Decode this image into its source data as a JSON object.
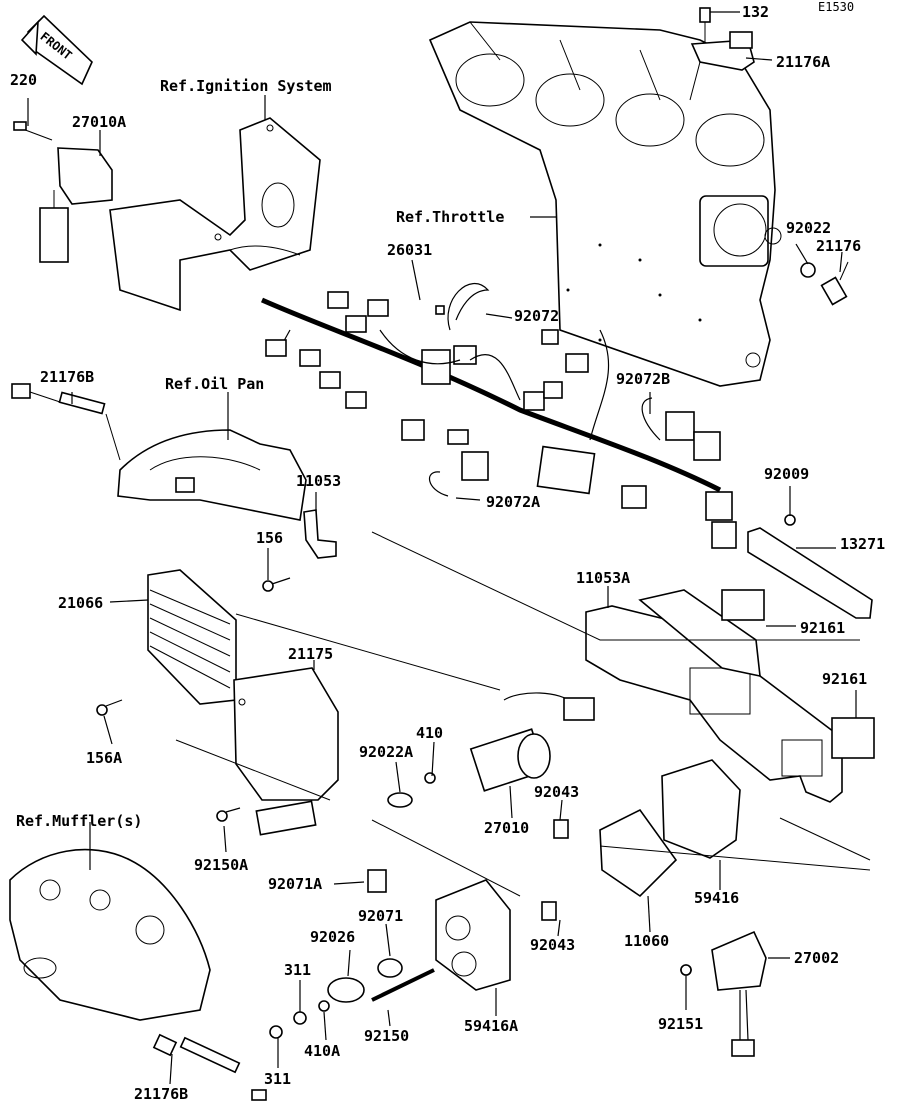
{
  "diagram_code": "E1530",
  "front_label": "FRONT",
  "refs": {
    "ignition": "Ref.Ignition System",
    "throttle": "Ref.Throttle",
    "oil_pan": "Ref.Oil Pan",
    "muffler": "Ref.Muffler(s)"
  },
  "parts": {
    "p132": "132",
    "p21176A": "21176A",
    "p220": "220",
    "p27010A": "27010A",
    "p26031": "26031",
    "p92072": "92072",
    "p92022": "92022",
    "p21176": "21176",
    "p21176B_top": "21176B",
    "p92072B": "92072B",
    "p92072A": "92072A",
    "p92009": "92009",
    "p11053": "11053",
    "p156": "156",
    "p13271": "13271",
    "p21066": "21066",
    "p11053A": "11053A",
    "p92161_a": "92161",
    "p21175": "21175",
    "p92161_b": "92161",
    "p156A": "156A",
    "p410_top": "410",
    "p92022A": "92022A",
    "p92043_a": "92043",
    "p27010": "27010",
    "p92150A": "92150A",
    "p92071A": "92071A",
    "p92071": "92071",
    "p92026": "92026",
    "p59416": "59416",
    "p92043_b": "92043",
    "p11060": "11060",
    "p27002": "27002",
    "p311_a": "311",
    "p92151": "92151",
    "p92150": "92150",
    "p59416A": "59416A",
    "p410A": "410A",
    "p311_b": "311",
    "p21176B_bot": "21176B"
  }
}
